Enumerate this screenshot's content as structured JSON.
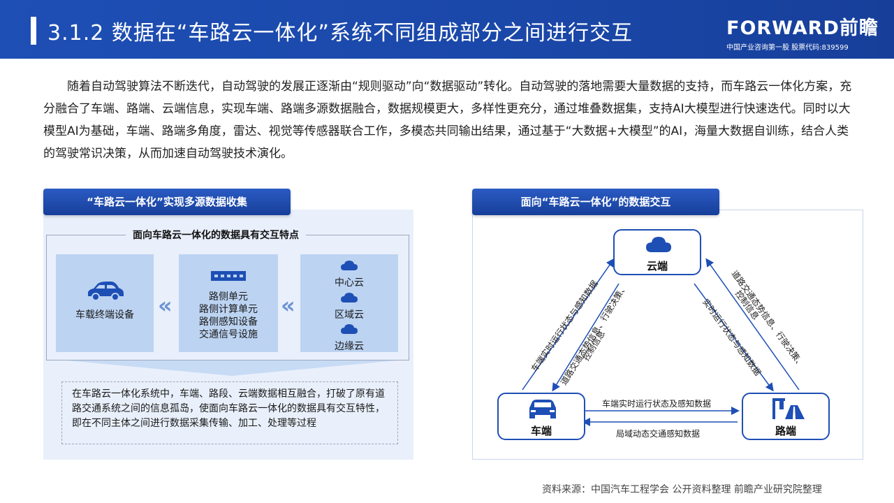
{
  "header": {
    "title": "3.1.2  数据在“车路云一体化”系统不同组成部分之间进行交互",
    "logo_brand": "FORWARD前瞻",
    "logo_sub": "中国产业咨询第一股  股票代码:839599"
  },
  "intro": "随着自动驾驶算法不断迭代，自动驾驶的发展正逐渐由“规则驱动”向“数据驱动”转化。自动驾驶的落地需要大量数据的支持，而车路云一体化方案，充分融合了车端、路端、云端信息，实现车端、路端多源数据融合，数据规模更大，多样性更充分，通过堆叠数据集，支持AI大模型进行快速迭代。同时以大模型AI为基础，车端、路端多角度，雷达、视觉等传感器联合工作，多模态共同输出结果，通过基于“大数据+大模型”的AI，海量大数据自训练，结合人类的驾驶常识决策，从而加速自动驾驶技术演化。",
  "left": {
    "tag": "“车路云一体化”实现多源数据收集",
    "frame_title": "面向车路云一体化的数据具有交互特点",
    "box1": "车载终端设备",
    "box2": [
      "路侧单元",
      "路侧计算单元",
      "路侧感知设备",
      "交通信号设施"
    ],
    "box3": [
      "中心云",
      "区域云",
      "边缘云"
    ],
    "note": "在车路云一体化系统中，车端、路段、云端数据相互融合，打破了原有道路交通系统之间的信息孤岛，使面向车路云一体化的数据具有交互特性，即在不同主体之间进行数据采集传输、加工、处理等过程"
  },
  "right": {
    "tag": "面向“车路云一体化”的数据交互",
    "cloud": "云端",
    "car": "车端",
    "road": "路端",
    "car_to_cloud": "车端实时运行状态与感知数据",
    "cloud_to_car": [
      "道路交通态势信息、行驶决策、",
      "控制信息"
    ],
    "road_to_cloud": "实时运行状态与感知数据",
    "cloud_to_road": [
      "道路交通态势信息、行驶决策、",
      "控制信息"
    ],
    "car_to_road": "车端实时运行状态及感知数据",
    "road_to_car": "局域动态交通感知数据"
  },
  "footer": "资料来源：中国汽车工程学会 公开资料整理 前瞻产业研究院整理",
  "colors": {
    "brand_blue": "#1e4fb5",
    "panel_bg": "#e9f0fb",
    "box_bg": "#bcd3f2"
  }
}
